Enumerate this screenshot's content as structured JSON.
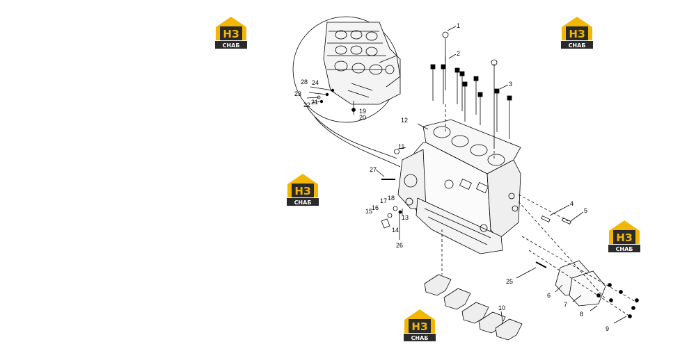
{
  "watermark": {
    "brand_letters": "НЗ",
    "brand_word": "СНАБ",
    "color_yellow": "#f2b705",
    "color_dark": "#2a2a2a"
  },
  "diagram": {
    "part_numbers": [
      "1",
      "2",
      "3",
      "4",
      "5",
      "6",
      "7",
      "8",
      "9",
      "10",
      "11",
      "12",
      "13",
      "14",
      "15",
      "16",
      "17",
      "18",
      "19",
      "20",
      "21",
      "22",
      "23",
      "24",
      "25",
      "26",
      "27",
      "28"
    ]
  }
}
